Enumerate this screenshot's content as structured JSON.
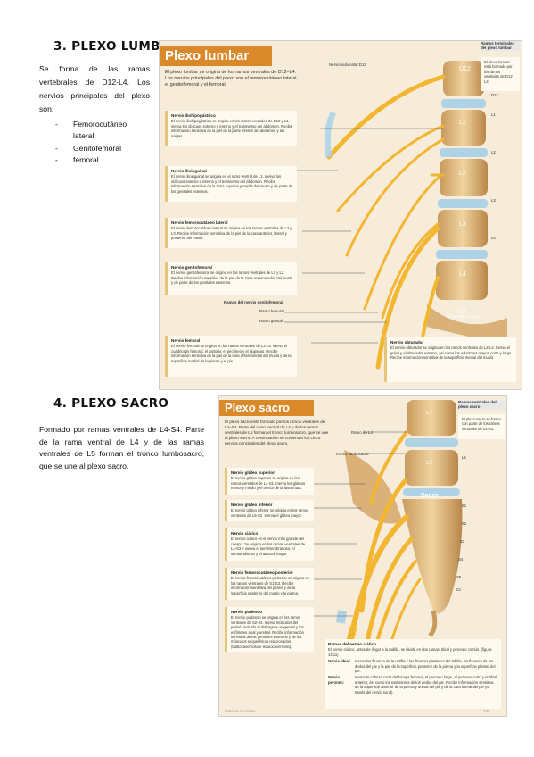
{
  "section3": {
    "heading": "3.  PLEXO LUMBAR",
    "body": "Se forma de las ramas vertebrales de D12-L4. Los nervios principales del plexo son:",
    "nerves": [
      {
        "dash": "-",
        "label": "Femorocutáneo lateral"
      },
      {
        "dash": "-",
        "label": "Genitofemoral"
      },
      {
        "dash": "-",
        "label": "femoral"
      }
    ]
  },
  "section4": {
    "heading": "4. PLEXO SACRO",
    "body": "Formado por ramas ventrales de L4-S4. Parte de la rama ventral de L4 y de las ramas ventrales de L5 forman el tronco lumbosacro, que se une al plexo sacro."
  },
  "fig_lumbar": {
    "title": "Plexo lumbar",
    "intro": "El plexo lumbar se origina de los ramos ventrales de D12–L4. Los nervios principales del plexo son el femorocutáneo lateral, el genitofemoral y el femoral.",
    "side_title": "Ramos terminales del plexo lumbar",
    "side_text": "El plexo lumbar está formado por los ramos ventrales de D12-L4.",
    "subcostal": "Nervio subcostal D12",
    "vert": [
      "D12",
      "L1",
      "L2",
      "L3",
      "L4",
      "L5"
    ],
    "right_labels": [
      "D12",
      "L1",
      "L2",
      "L3",
      "L4"
    ],
    "boxes": [
      {
        "t": "Nervio iliohipogástrico",
        "d": "El nervio iliohipogástrico se origina en los ramos ventrales de D12 y L1, inerva los oblicuos externo e interno y el transverso del abdomen. Recibe información sensitiva de la piel de la parte inferior del abdomen y las nalgas."
      },
      {
        "t": "Nervio ilioinguinal",
        "d": "El nervio ilioinguinal se origina en el ramo ventral de L1. Inerva los oblicuos externo e interno y el transverso del abdomen. Recibe información sensitiva de la zona superior y media del muslo y de parte de los genitales externos."
      },
      {
        "t": "Nervio femorocutáneo lateral",
        "d": "El nervio femorocutáneo lateral se origina en los ramos ventrales de L2 y L3. Recibe información sensitiva de la piel de la cara anterior, lateral y posterior del muslo."
      },
      {
        "t": "Nervio genitofemoral",
        "d": "El nervio genitofemoral se origina en los ramos ventrales de L1 y L2. Recibe información sensitiva de la piel de la zona anteromedial del muslo y de parte de los genitales externos."
      },
      {
        "t": "Nervio femoral",
        "d": "El nervio femoral se origina en los ramos ventrales de L2-L4. Inerva el cuádriceps femoral, el sartorio, el pectíneo y el iliopsoas. Recibe información sensitiva de la piel de la cara anteromedial del muslo y de la superficie medial de la pierna y el pie."
      }
    ],
    "genito_title": "Ramas del nervio genitofemoral",
    "genito_branches": [
      "Ramo femoral",
      "Ramo genital"
    ],
    "psoas": "Psoas seleccionado",
    "obturator_title": "Nervio obturador",
    "obturator_text": "El nervio obturador se origina en los ramos ventrales de L2-L4. Inerva el grácil y el obturador externo, así como los aductores mayor, corto y largo. Recibe información sensitiva de la superficie medial del muslo."
  },
  "fig_sacro": {
    "title": "Plexo sacro",
    "intro": "El plexo sacro está formado por los ramos ventrales de L4–S4. Parte del ramo ventral de L4 y de los ramos ventrales de L5 forman el tronco lumbosacro, que se une al plexo sacro. A continuación se comentan los cinco nervios principales del plexo sacro.",
    "side_title": "Ramos ventrales del plexo sacro",
    "side_text": "El plexo sacro se forma con parte de los ramos ventrales de L4-S4.",
    "ramo_l4": "Ramo de L4",
    "tronco": "Tronco lumbosacro",
    "sacro_label": "Sacro",
    "vert": [
      "L4",
      "L5"
    ],
    "right_labels": [
      "L4",
      "L5",
      "S1",
      "S2",
      "S3",
      "S4",
      "S5",
      "Cc"
    ],
    "boxes": [
      {
        "t": "Nervio glúteo superior",
        "d": "El nervio glúteo superior se origina en los ramos ventrales de L4-S1. Inerva los glúteos menor y medio y el tensor de la fascia lata."
      },
      {
        "t": "Nervio glúteo inferior",
        "d": "El nervio glúteo inferior se origina en los ramos ventrales de L5-S2. Inerva el glúteo mayor."
      },
      {
        "t": "Nervio ciático",
        "d": "El nervio ciático es el nervio más grande del cuerpo. Se origina en los ramos ventrales de L4-S3 e inerva el semimembranoso, el semitendinoso y el aductor mayor."
      },
      {
        "t": "Nervio femorocutáneo posterior",
        "d": "El nervio femorocutáneo posterior se origina en los ramos ventrales de S1-S3. Recibe información sensitiva del periné y de la superficie posterior del muslo y la pierna."
      },
      {
        "t": "Nervio pudendo",
        "d": "El nervio pudendo se origina en los ramos ventrales de S2-S4. Inerva músculos del periné, incluido el diafragma urogenital y los esfínteres anal y uretral. Recibe información sensitiva de los genitales externos y de los músculos esqueléticos relacionados (bulbocavernoso e isquiocavernoso)."
      }
    ],
    "ciatico_title": "Ramas del nervio ciático",
    "ciatico_intro": "El nervio ciático, antes de llegar a la rodilla, se divide en dos ramas: tibial y peroneo común. (figura 14.11)",
    "ciatico_rows": [
      {
        "n": "Nervio tibial:",
        "d": "Inerva los flexores de la rodilla y los flexores plantares del tobillo, los flexores de los dedos del pie y la piel de la superficie posterior de la pierna y la superficie plantar del pie."
      },
      {
        "n": "Nervio peroneo:",
        "d": "Inerva la cabeza corta del bíceps femoral, el peroneo largo, el peroneo corto y el tibial anterior, así como los extensores de los dedos del pie. Recibe información sensitiva de la superficie anterior de la pierna y dorsal del pie y de la cara lateral del pie (a través del nervio sural)."
      }
    ],
    "footer_left": "Sistema Nervioso",
    "footer_right": "749"
  },
  "colors": {
    "nerve": "#f2b630",
    "nerve_dark": "#c98a10",
    "title_bar": "#d9892a",
    "bone": "#e9c894",
    "disc": "#aed3e6"
  }
}
